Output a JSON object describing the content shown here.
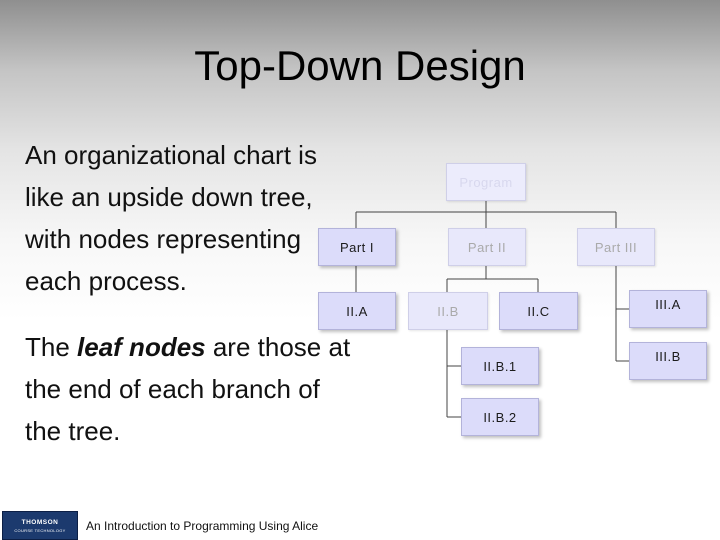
{
  "title": "Top-Down Design",
  "body": {
    "paragraph1": "An organizational chart is like an upside down tree, with nodes representing each process.",
    "paragraph2_pre": "The ",
    "paragraph2_bold": "leaf nodes",
    "paragraph2_post": " are those at the end of each branch of the tree."
  },
  "chart": {
    "program": "Program",
    "part1": "Part I",
    "part2": "Part II",
    "part3": "Part III",
    "n_IIA": "II.A",
    "n_IIB": "II.B",
    "n_IIC": "II.C",
    "n_IIIA": "III.A",
    "n_IIIB": "III.B",
    "n_IIB1": "II.B.1",
    "n_IIB2": "II.B.2"
  },
  "footer": {
    "logo_line1": "THOMSON",
    "logo_line2": "COURSE TECHNOLOGY",
    "text": "An Introduction to Programming Using Alice"
  }
}
